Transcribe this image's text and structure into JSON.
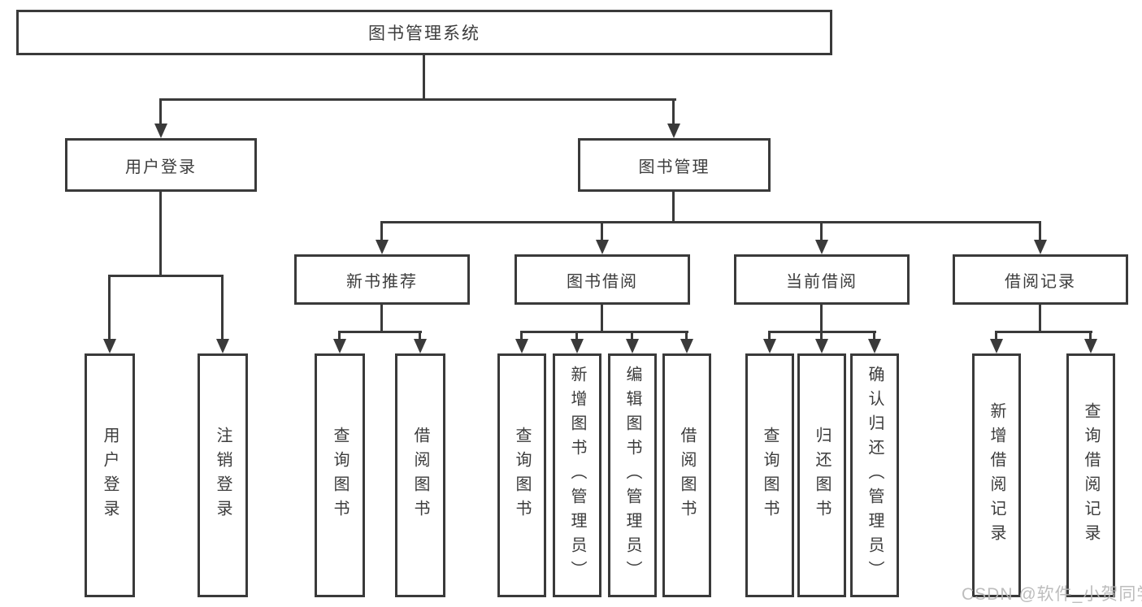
{
  "title": "图书管理系统",
  "login": {
    "label": "用户登录",
    "leaves": [
      {
        "label": "用户登录"
      },
      {
        "label": "注销登录"
      }
    ]
  },
  "management": {
    "label": "图书管理"
  },
  "modules": [
    {
      "label": "新书推荐",
      "leaves": [
        {
          "label": "查询图书"
        },
        {
          "label": "借阅图书"
        }
      ]
    },
    {
      "label": "图书借阅",
      "leaves": [
        {
          "label": "查询图书"
        },
        {
          "label": "新增图书（管理员）"
        },
        {
          "label": "编辑图书（管理员）"
        },
        {
          "label": "借阅图书"
        }
      ]
    },
    {
      "label": "当前借阅",
      "leaves": [
        {
          "label": "查询图书"
        },
        {
          "label": "归还图书"
        },
        {
          "label": "确认归还（管理员）"
        }
      ]
    },
    {
      "label": "借阅记录",
      "leaves": [
        {
          "label": "新增借阅记录"
        },
        {
          "label": "查询借阅记录"
        }
      ]
    }
  ],
  "watermark": "CSDN @软件_小贺同学",
  "colors": {
    "line": "#3a3a3a",
    "text": "#3c3c3c",
    "watermark": "#b6b6b6",
    "background": "#ffffff"
  }
}
